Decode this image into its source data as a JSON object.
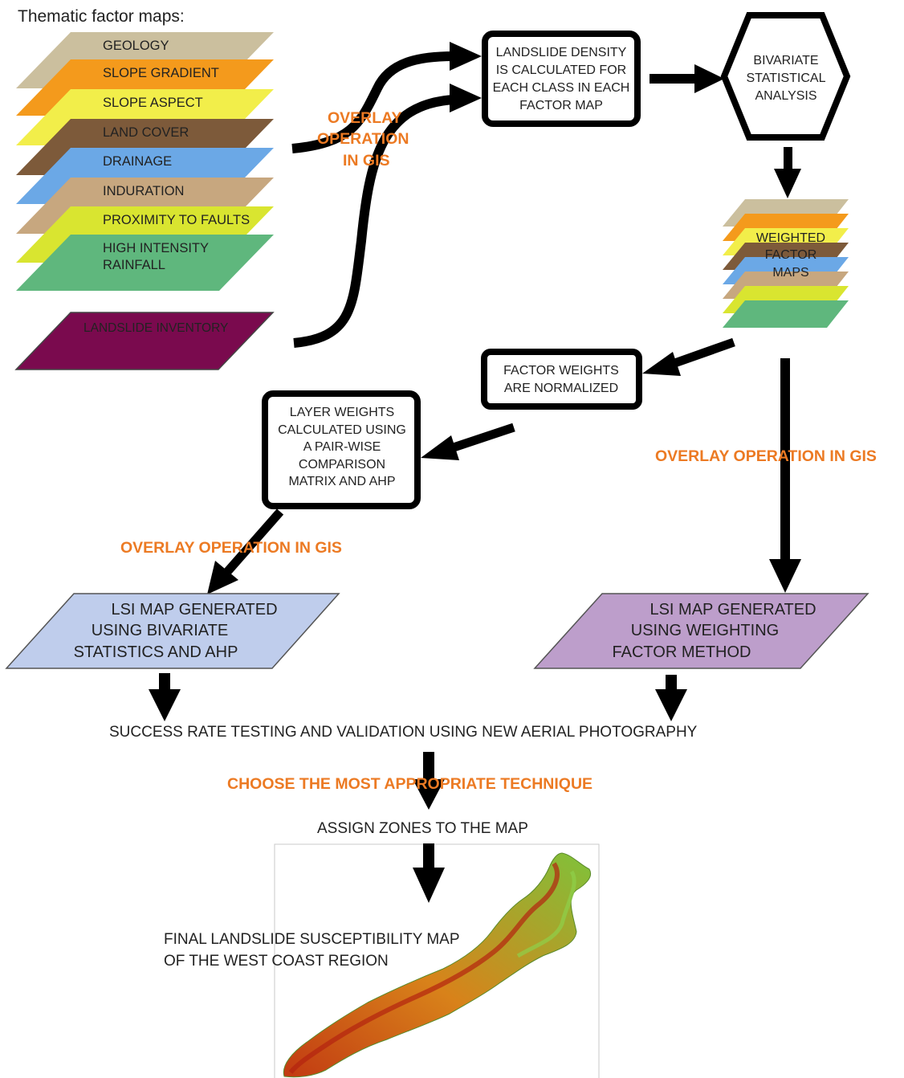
{
  "heading": "Thematic factor maps:",
  "factor_layers": [
    {
      "label": "GEOLOGY",
      "color": "#cbbf9e"
    },
    {
      "label": "SLOPE GRADIENT",
      "color": "#f49a1c"
    },
    {
      "label": "SLOPE ASPECT",
      "color": "#f2ee4a"
    },
    {
      "label": "LAND COVER",
      "color": "#7d5a3a"
    },
    {
      "label": "DRAINAGE",
      "color": "#6ba8e6"
    },
    {
      "label": "INDURATION",
      "color": "#c7a77f"
    },
    {
      "label": "PROXIMITY TO FAULTS",
      "color": "#d9e530"
    },
    {
      "label": "HIGH INTENSITY",
      "label2": "RAINFALL",
      "color": "#5fb77d"
    }
  ],
  "inventory": {
    "label": "LANDSLIDE INVENTORY",
    "color": "#7a0a4e"
  },
  "overlay_top": [
    "OVERLAY",
    "OPERATION",
    "IN GIS"
  ],
  "density_box": [
    "LANDSLIDE DENSITY",
    "IS CALCULATED FOR",
    "EACH CLASS IN EACH",
    "FACTOR MAP"
  ],
  "bivariate_box": [
    "BIVARIATE",
    "STATISTICAL",
    "ANALYSIS"
  ],
  "weighted_maps": [
    "WEIGHTED",
    "FACTOR",
    "MAPS"
  ],
  "normalized_box": [
    "FACTOR WEIGHTS",
    "ARE NORMALIZED"
  ],
  "ahp_box": [
    "LAYER WEIGHTS",
    "CALCULATED USING",
    "A PAIR-WISE",
    "COMPARISON",
    "MATRIX AND AHP"
  ],
  "overlay_right": "OVERLAY OPERATION IN GIS",
  "overlay_left": "OVERLAY OPERATION IN GIS",
  "lsi_left": {
    "lines": [
      "LSI MAP GENERATED",
      "USING BIVARIATE",
      "STATISTICS AND AHP"
    ],
    "color": "#bfcdec"
  },
  "lsi_right": {
    "lines": [
      "LSI MAP GENERATED",
      "USING WEIGHTING",
      "FACTOR METHOD"
    ],
    "color": "#bd9ecb"
  },
  "success": "SUCCESS RATE TESTING AND VALIDATION USING NEW AERIAL PHOTOGRAPHY",
  "choose": "CHOOSE THE MOST APPROPRIATE TECHNIQUE",
  "assign": "ASSIGN ZONES TO THE MAP",
  "final": [
    "FINAL LANDSLIDE SUSCEPTIBILITY MAP",
    "OF THE WEST COAST REGION"
  ]
}
